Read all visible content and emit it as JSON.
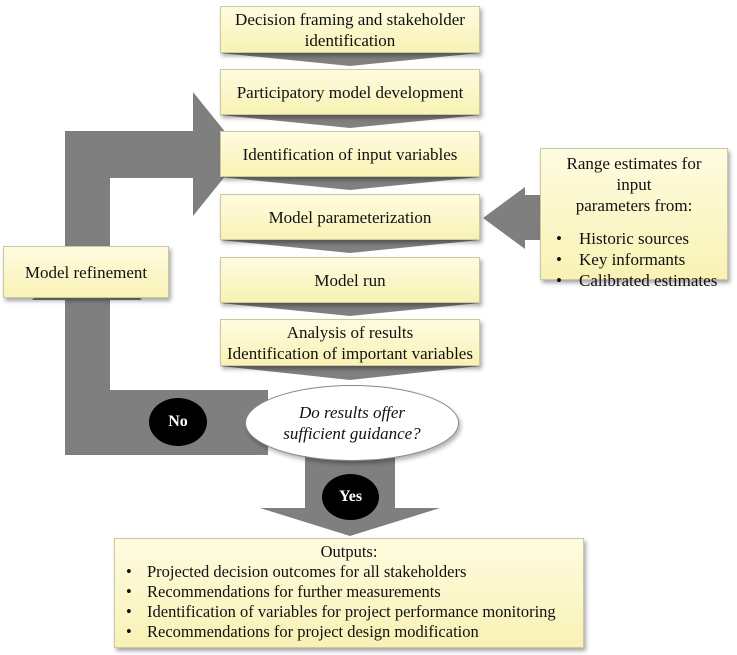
{
  "steps": [
    {
      "lines": [
        "Decision framing and stakeholder",
        "identification"
      ]
    },
    {
      "lines": [
        "Participatory model development"
      ]
    },
    {
      "lines": [
        "Identification of input variables"
      ]
    },
    {
      "lines": [
        "Model parameterization"
      ]
    },
    {
      "lines": [
        "Model run"
      ]
    },
    {
      "lines": [
        "Analysis of results",
        "Identification of important variables"
      ]
    }
  ],
  "decision": {
    "lines": [
      "Do results offer",
      "sufficient guidance?"
    ]
  },
  "refinement": {
    "label": "Model refinement"
  },
  "range_box": {
    "title_lines": [
      "Range estimates for input",
      "parameters from:"
    ],
    "items": [
      "Historic sources",
      "Key informants",
      "Calibrated estimates"
    ]
  },
  "outputs": {
    "title": "Outputs:",
    "items": [
      "Projected decision outcomes for all stakeholders",
      "Recommendations for further measurements",
      "Identification of variables for project performance monitoring",
      "Recommendations for project design modification"
    ]
  },
  "badges": {
    "no": "No",
    "yes": "Yes"
  },
  "colors": {
    "arrow": "#7f7f7f",
    "box_fill": "#fdf9cc",
    "box_border": "#c9c9a6",
    "badge": "#000000"
  }
}
